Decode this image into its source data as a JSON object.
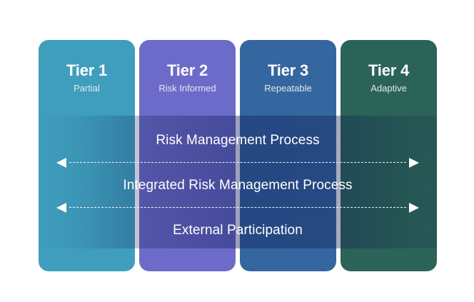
{
  "diagram": {
    "name": "implementation-tiers",
    "background": "#ffffff"
  },
  "tiers": [
    {
      "title": "Tier 1",
      "subtitle": "Partial",
      "color": "#3f9dbd"
    },
    {
      "title": "Tier 2",
      "subtitle": "Risk Informed",
      "color": "#6d6bc9"
    },
    {
      "title": "Tier 3",
      "subtitle": "Repeatable",
      "color": "#35669f"
    },
    {
      "title": "Tier 4",
      "subtitle": "Adaptive",
      "color": "#2c6359"
    }
  ],
  "bands": [
    {
      "label": "Risk Management Process"
    },
    {
      "label": "Integrated Risk Management Process"
    },
    {
      "label": "External Participation"
    }
  ],
  "arrows": [
    {
      "name": "bidirectional-arrow-1",
      "style": "dashed",
      "heads": "both"
    },
    {
      "name": "bidirectional-arrow-2",
      "style": "dashed",
      "heads": "both"
    }
  ],
  "colors": {
    "tier1": "#3f9dbd",
    "tier2": "#6d6bc9",
    "tier3": "#35669f",
    "tier4": "#2c6359",
    "text": "#ffffff",
    "subtitle_text": "#e2e9ee",
    "arrow": "#ffffff"
  }
}
